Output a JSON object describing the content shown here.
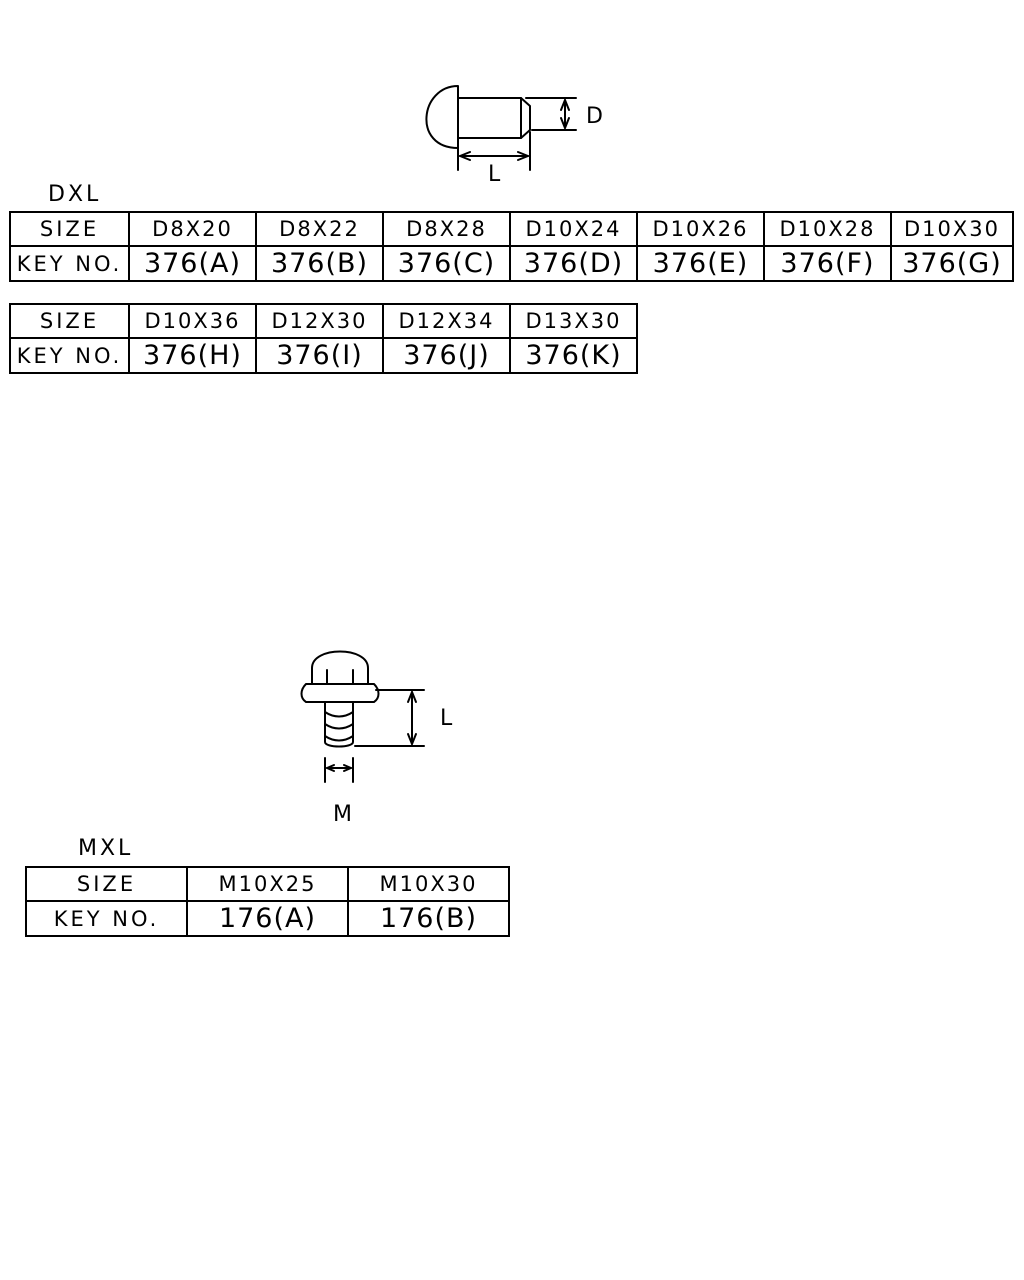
{
  "rivet": {
    "dim_d": "D",
    "dim_l": "L",
    "caption": "DXL",
    "table1": {
      "header": "SIZE",
      "key_label": "KEY NO.",
      "cols": [
        {
          "size": "D8X20",
          "key": "376(A)"
        },
        {
          "size": "D8X22",
          "key": "376(B)"
        },
        {
          "size": "D8X28",
          "key": "376(C)"
        },
        {
          "size": "D10X24",
          "key": "376(D)"
        },
        {
          "size": "D10X26",
          "key": "376(E)"
        },
        {
          "size": "D10X28",
          "key": "376(F)"
        },
        {
          "size": "D10X30",
          "key": "376(G)"
        }
      ]
    },
    "table2": {
      "header": "SIZE",
      "key_label": "KEY NO.",
      "cols": [
        {
          "size": "D10X36",
          "key": "376(H)"
        },
        {
          "size": "D12X30",
          "key": "376(I)"
        },
        {
          "size": "D12X34",
          "key": "376(J)"
        },
        {
          "size": "D13X30",
          "key": "376(K)"
        }
      ]
    }
  },
  "bolt": {
    "dim_l": "L",
    "dim_m": "M",
    "caption": "MXL",
    "table": {
      "header": "SIZE",
      "key_label": "KEY NO.",
      "cols": [
        {
          "size": "M10X25",
          "key": "176(A)"
        },
        {
          "size": "M10X30",
          "key": "176(B)"
        }
      ]
    }
  }
}
